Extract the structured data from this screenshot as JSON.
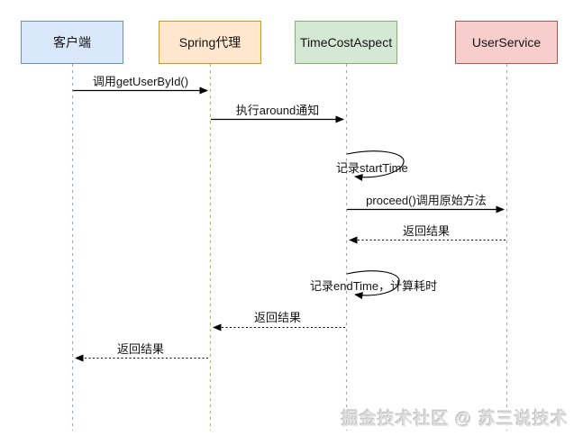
{
  "diagram": {
    "type": "sequence",
    "participants": [
      {
        "id": "client",
        "label": "客户端",
        "fill": "#dae8fc",
        "stroke": "#6c8ebf"
      },
      {
        "id": "spring-proxy",
        "label": "Spring代理",
        "fill": "#ffe6cc",
        "stroke": "#d79b00"
      },
      {
        "id": "time-cost-aspect",
        "label": "TimeCostAspect",
        "fill": "#d5e8d4",
        "stroke": "#82b366"
      },
      {
        "id": "user-service",
        "label": "UserService",
        "fill": "#f8cecc",
        "stroke": "#b85450"
      }
    ],
    "messages": [
      {
        "label": "调用getUserById()",
        "from": "客户端",
        "to": "Spring代理",
        "style": "solid"
      },
      {
        "label": "执行around通知",
        "from": "Spring代理",
        "to": "TimeCostAspect",
        "style": "solid"
      },
      {
        "label": "记录startTime",
        "from": "TimeCostAspect",
        "to": "TimeCostAspect",
        "style": "self"
      },
      {
        "label": "proceed()调用原始方法",
        "from": "TimeCostAspect",
        "to": "UserService",
        "style": "solid"
      },
      {
        "label": "返回结果",
        "from": "UserService",
        "to": "TimeCostAspect",
        "style": "dashed"
      },
      {
        "label": "记录endTime，计算耗时",
        "from": "TimeCostAspect",
        "to": "TimeCostAspect",
        "style": "self"
      },
      {
        "label": "返回结果",
        "from": "TimeCostAspect",
        "to": "Spring代理",
        "style": "dashed"
      },
      {
        "label": "返回结果",
        "from": "Spring代理",
        "to": "客户端",
        "style": "dashed"
      }
    ]
  },
  "watermark": {
    "text": "掘金技术社区 @ 苏三说技术"
  }
}
